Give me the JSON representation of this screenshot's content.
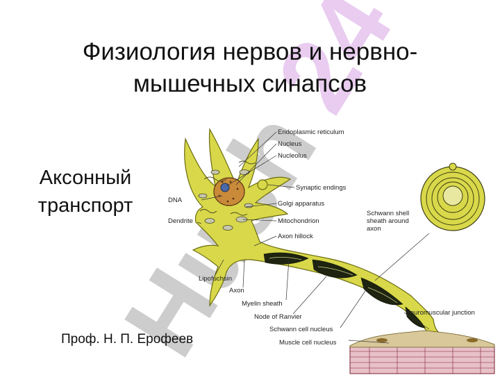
{
  "slide": {
    "title_line1": "Физиология нервов и нервно-",
    "title_line2": "мышечных синапсов",
    "subtitle_line1": "Аксонный",
    "subtitle_line2": "транспорт",
    "author": "Проф. Н. П. Ерофеев",
    "watermark": "Hush 24"
  },
  "diagram": {
    "labels": {
      "endoplasmic_reticulum": "Endoplasmic reticulum",
      "nucleus": "Nucleus",
      "nucleolus": "Nucleolus",
      "synaptic_endings": "Synaptic endings",
      "dna": "DNA",
      "golgi": "Golgi apparatus",
      "dendrite": "Dendrite",
      "mitochondrion": "Mitochondrion",
      "axon_hillock": "Axon hillock",
      "schwann_shell_1": "Schwann shell",
      "schwann_shell_2": "sheath around",
      "schwann_shell_3": "axon",
      "lipofuchsin": "Lipofuchsin",
      "axon": "Axon",
      "myelin": "Myelin sheath",
      "node_ranvier": "Node of Ranvier",
      "neuromuscular": "Neuromuscular junction",
      "schwann_nucleus": "Schwann cell nucleus",
      "muscle_nucleus": "Muscle cell nucleus"
    },
    "colors": {
      "cell_fill": "#d8d84a",
      "cell_stroke": "#6b6b10",
      "myelin": "#1e2410",
      "nucleus": "#c98a3a",
      "muscle": "#e8c0c8",
      "watermark": "#bfbfbf",
      "watermark_accent": "#e7c6ee"
    }
  }
}
